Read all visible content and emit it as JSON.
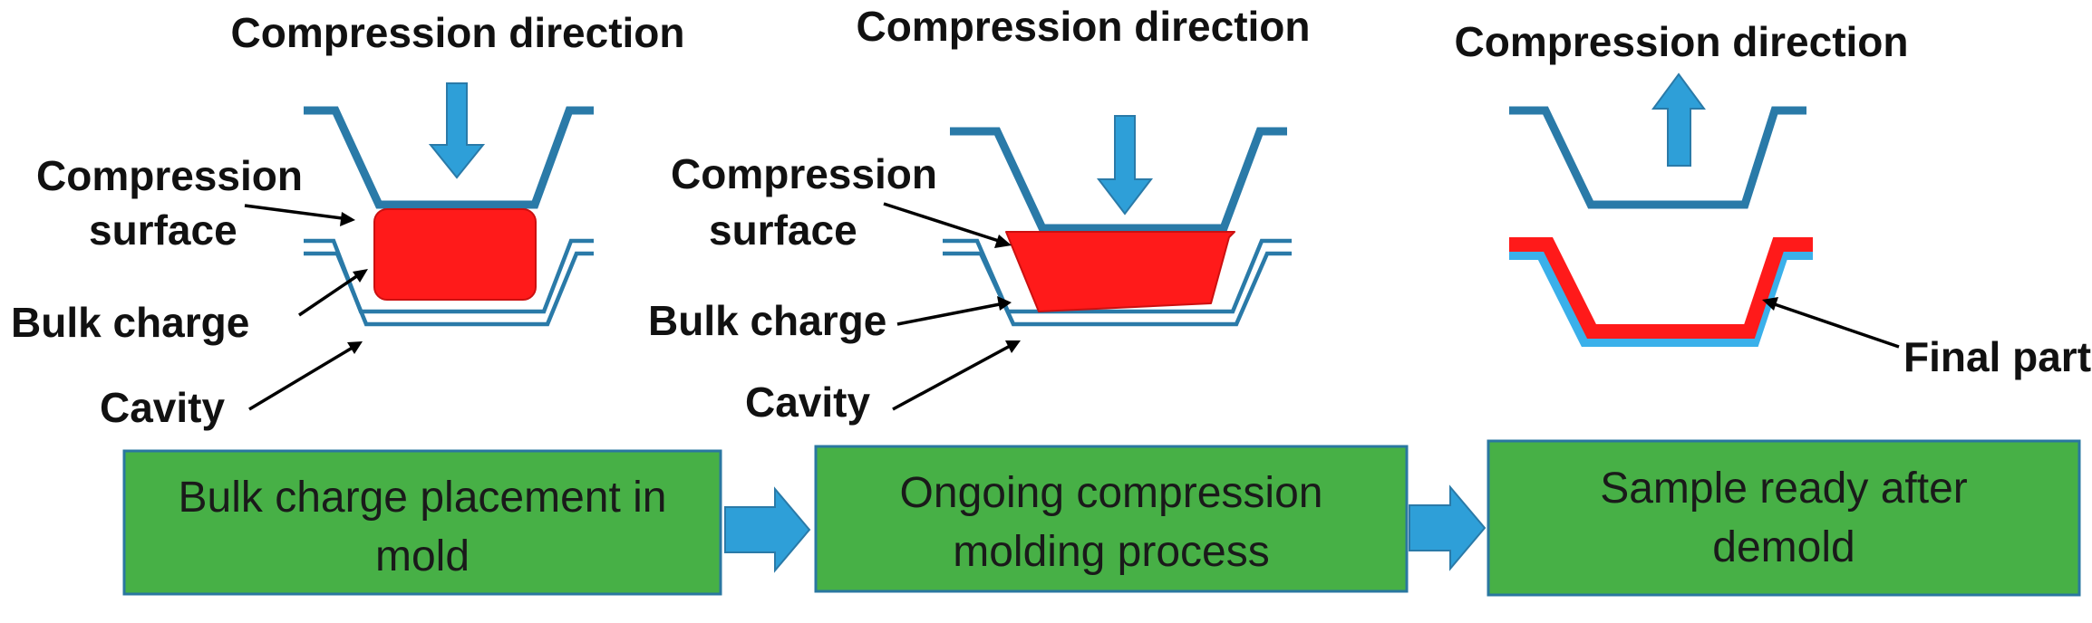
{
  "colors": {
    "mold": "#2a7aa8",
    "arrow_fill": "#2e9fd8",
    "charge": "#ff1a1a",
    "box_fill": "#47b046",
    "box_border": "#2a77a0",
    "part_blue": "#3ab0ea"
  },
  "panels": [
    {
      "direction_label": "Compression direction",
      "surface_label_line1": "Compression",
      "surface_label_line2": "surface",
      "charge_label": "Bulk charge",
      "cavity_label": "Cavity"
    },
    {
      "direction_label": "Compression direction",
      "surface_label_line1": "Compression",
      "surface_label_line2": "surface",
      "charge_label": "Bulk charge",
      "cavity_label": "Cavity"
    },
    {
      "direction_label": "Compression direction",
      "part_label": "Final part"
    }
  ],
  "steps": [
    {
      "line1": "Bulk charge placement in",
      "line2": "mold"
    },
    {
      "line1": "Ongoing compression",
      "line2": "molding process"
    },
    {
      "line1": "Sample ready after",
      "line2": "demold"
    }
  ],
  "icons": {
    "down_arrow": "arrow-down-icon",
    "up_arrow": "arrow-up-icon",
    "flow_arrow": "arrow-right-icon"
  }
}
